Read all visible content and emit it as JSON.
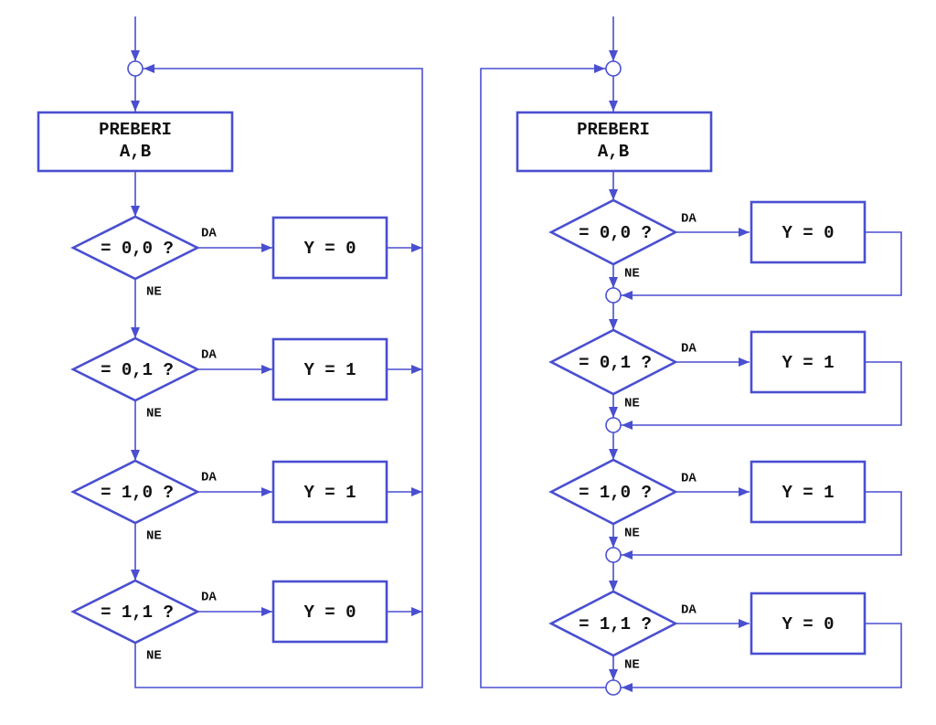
{
  "left": {
    "process": [
      "PREBERI",
      "A,B"
    ],
    "decisions": [
      {
        "cond": "= 0,0 ?",
        "yes": "DA",
        "no": "NE",
        "result": "Y = 0"
      },
      {
        "cond": "= 0,1 ?",
        "yes": "DA",
        "no": "NE",
        "result": "Y = 1"
      },
      {
        "cond": "= 1,0 ?",
        "yes": "DA",
        "no": "NE",
        "result": "Y = 1"
      },
      {
        "cond": "= 1,1 ?",
        "yes": "DA",
        "no": "NE",
        "result": "Y = 0"
      }
    ]
  },
  "right": {
    "process": [
      "PREBERI",
      "A,B"
    ],
    "decisions": [
      {
        "cond": "= 0,0 ?",
        "yes": "DA",
        "no": "NE",
        "result": "Y = 0"
      },
      {
        "cond": "= 0,1 ?",
        "yes": "DA",
        "no": "NE",
        "result": "Y = 1"
      },
      {
        "cond": "= 1,0 ?",
        "yes": "DA",
        "no": "NE",
        "result": "Y = 1"
      },
      {
        "cond": "= 1,1 ?",
        "yes": "DA",
        "no": "NE",
        "result": "Y = 0"
      }
    ]
  },
  "colors": {
    "line": "#4a4fd0",
    "text": "#111111"
  }
}
